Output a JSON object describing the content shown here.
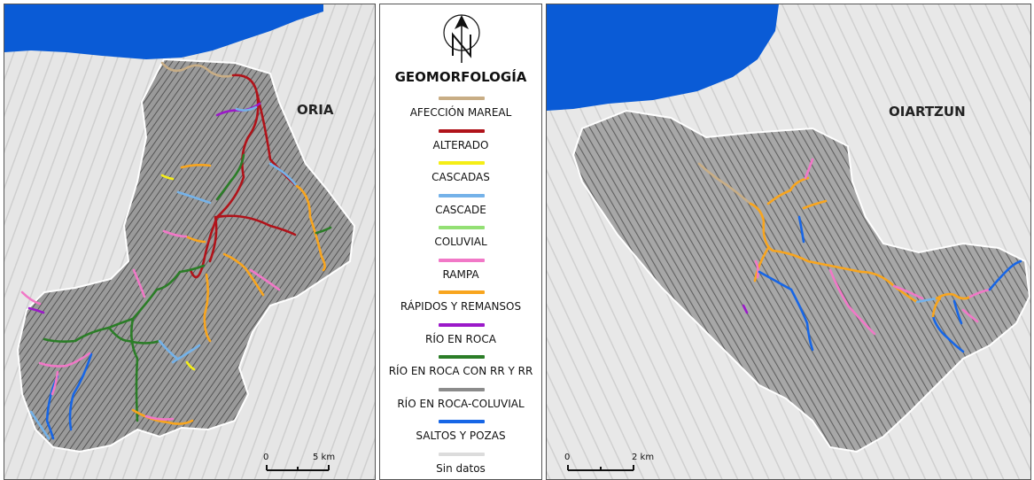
{
  "maps": {
    "left": {
      "label": "ORIA",
      "scale": {
        "zero": "0",
        "end": "5 km"
      }
    },
    "right": {
      "label": "OIARTZUN",
      "scale": {
        "zero": "0",
        "end": "2 km"
      }
    }
  },
  "legend": {
    "title": "GEOMORFOLOGÍA",
    "north_symbol": "north-arrow",
    "items": [
      {
        "label": "AFECCIÓN MAREAL",
        "color": "#c8ad85"
      },
      {
        "label": "ALTERADO",
        "color": "#b0131a"
      },
      {
        "label": "CASCADAS",
        "color": "#f5ee16"
      },
      {
        "label": "CASCADE",
        "color": "#74b2e9"
      },
      {
        "label": "COLUVIAL",
        "color": "#93e074"
      },
      {
        "label": "RAMPA",
        "color": "#f178c7"
      },
      {
        "label": "RÁPIDOS Y REMANSOS",
        "color": "#f8a51e"
      },
      {
        "label": "RÍO EN ROCA",
        "color": "#9b19c9"
      },
      {
        "label": "RÍO EN ROCA CON RR Y RR",
        "color": "#2b7d27"
      },
      {
        "label": "RÍO EN ROCA-COLUVIAL",
        "color": "#8b8b8b"
      },
      {
        "label": "SALTOS Y POZAS",
        "color": "#1766e6"
      },
      {
        "label": "Sin datos",
        "color": "#dcdcdc"
      }
    ]
  },
  "colors": {
    "sea": "#0a5bd6",
    "basin_fill": "#8f8f8f",
    "terrain": "#e2e2e2"
  }
}
